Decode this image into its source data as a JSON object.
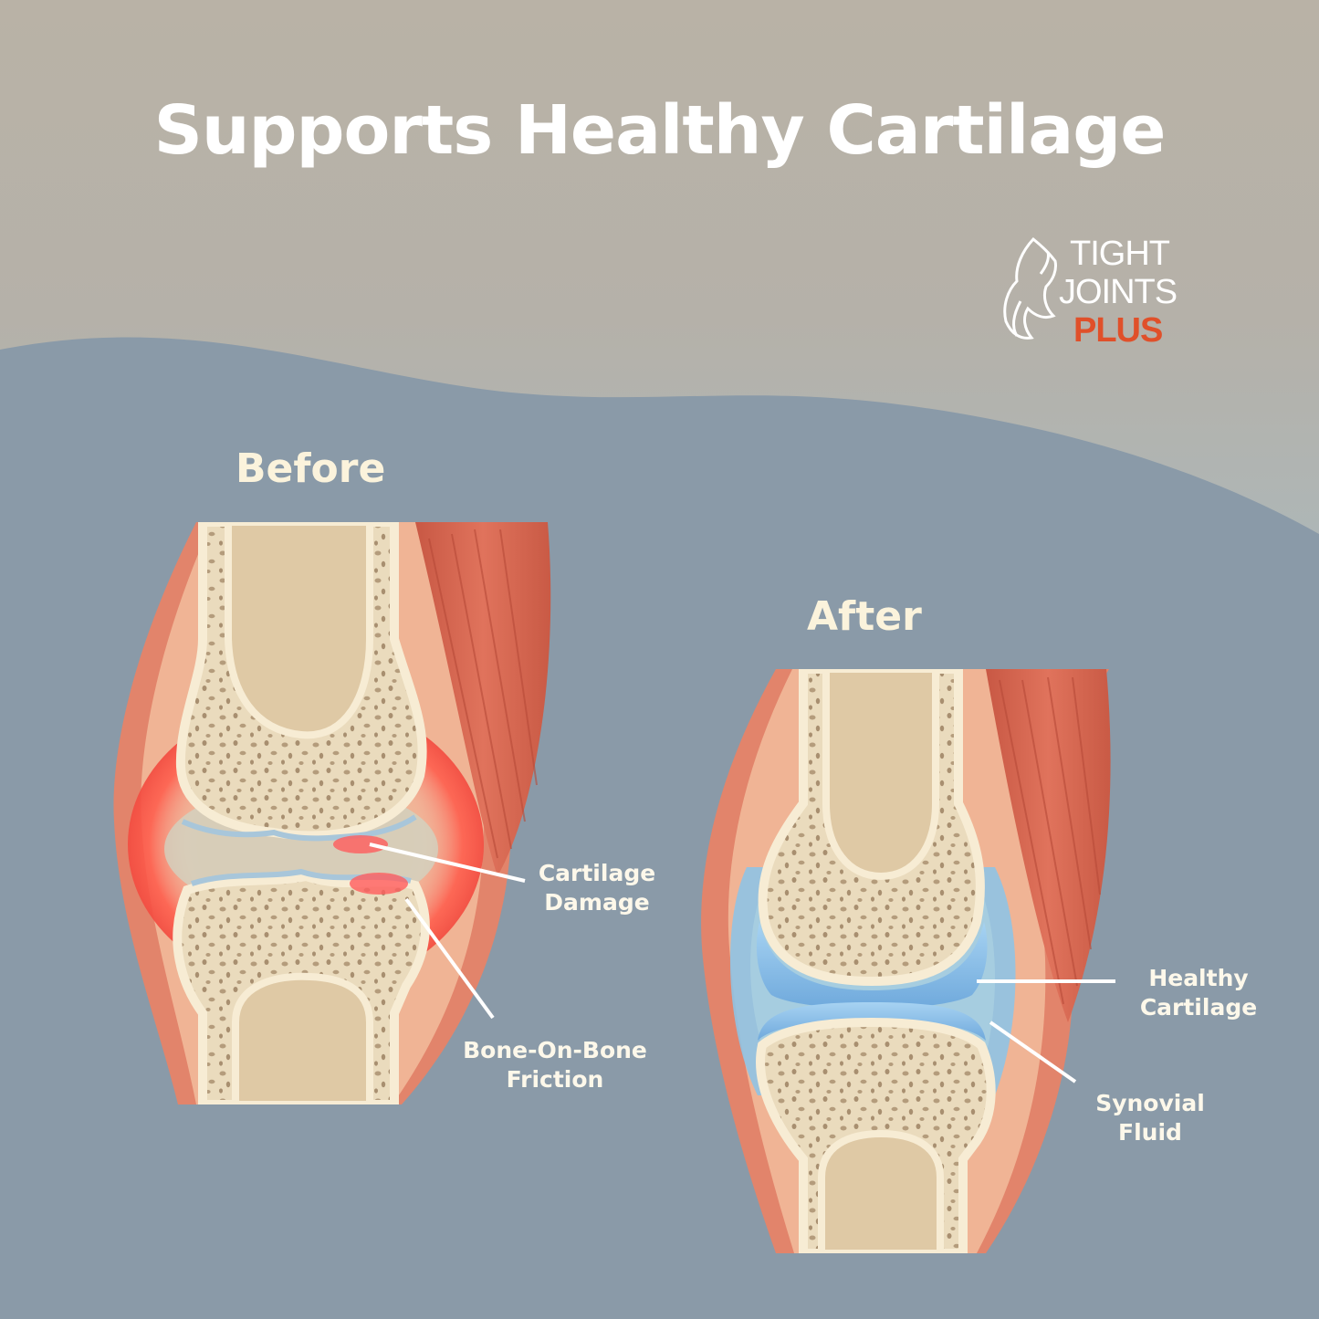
{
  "title": "Supports Healthy Cartilage",
  "brand": {
    "line1": "TIGHT",
    "line2": "JOINTS",
    "line3": "PLUS",
    "text_color": "#ffffff",
    "accent_color": "#e0502a",
    "icon": "horse-icon"
  },
  "before": {
    "label": "Before",
    "callouts": {
      "cartilage_damage": {
        "line1": "Cartilage",
        "line2": "Damage"
      },
      "bone_friction": {
        "line1": "Bone-On-Bone",
        "line2": "Friction"
      }
    }
  },
  "after": {
    "label": "After",
    "callouts": {
      "healthy_cartilage": {
        "line1": "Healthy",
        "line2": "Cartilage"
      },
      "synovial_fluid": {
        "line1": "Synovial",
        "line2": "Fluid"
      }
    }
  },
  "colors": {
    "top_background": "#b8b1a7",
    "bottom_background": "#8a9aa8",
    "muscle": "#d96a55",
    "bone": "#ecdcbf",
    "cartilage_healthy": "#8dbfe6",
    "inflammation": "#e8423a"
  }
}
